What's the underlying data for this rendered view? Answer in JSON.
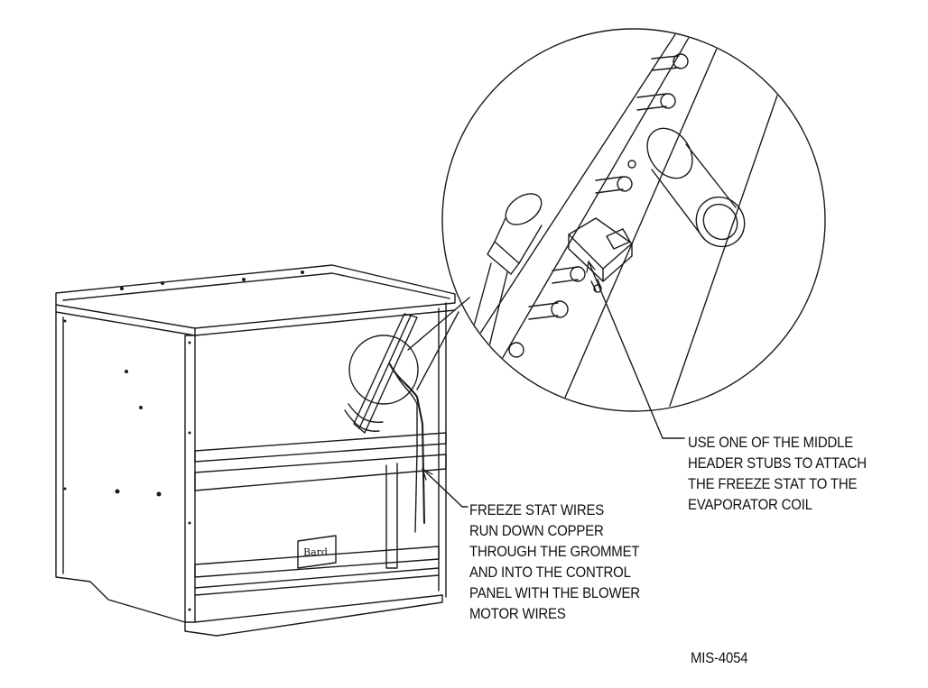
{
  "callouts": {
    "freeze_stat_wires": [
      "FREEZE STAT WIRES",
      "RUN DOWN COPPER",
      "THROUGH THE GROMMET",
      "AND INTO THE CONTROL",
      "PANEL WITH THE BLOWER",
      "MOTOR WIRES"
    ],
    "middle_header": [
      "USE ONE OF THE MIDDLE",
      "HEADER STUBS TO ATTACH",
      "THE FREEZE STAT TO THE",
      "EVAPORATOR COIL"
    ]
  },
  "drawing_number": "MIS-4054",
  "brand_plate": "Bard",
  "colors": {
    "line": "#1a1a1a",
    "background": "#ffffff"
  }
}
